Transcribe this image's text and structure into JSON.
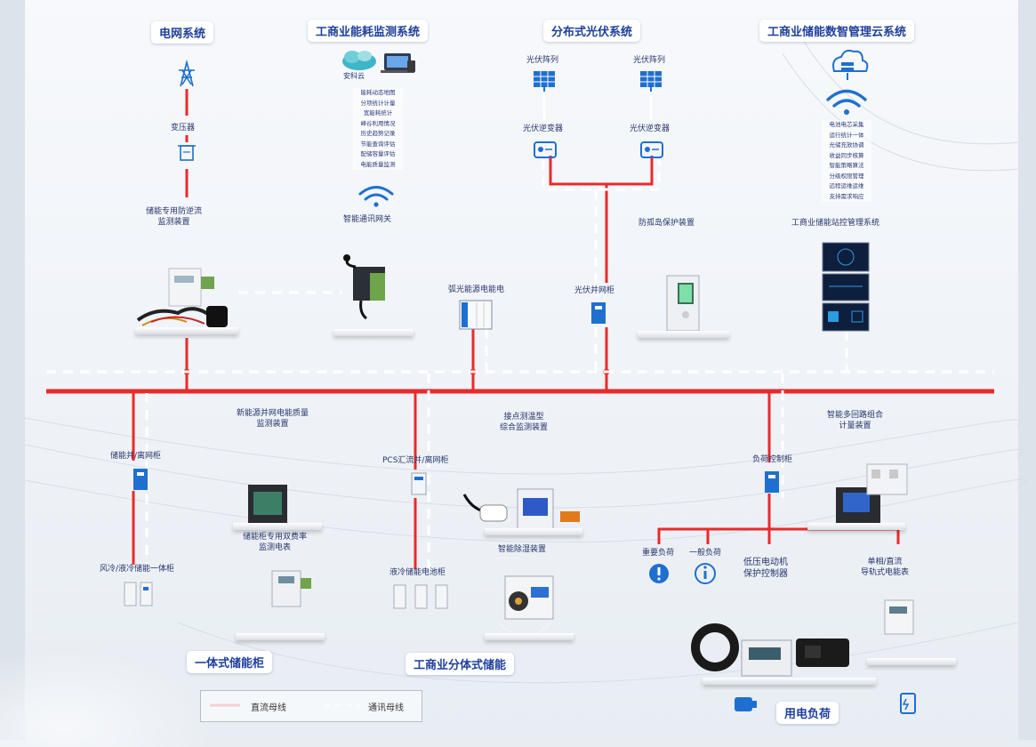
{
  "sections": {
    "grid": "电网系统",
    "energy_monitor": "工商业能耗监测系统",
    "pv": "分布式光伏系统",
    "cloud": "工商业储能数智管理云系统",
    "integrated_cut": "一体式储能柜",
    "split_cut": "工商业分体式储能",
    "load": "用电负荷"
  },
  "labels": {
    "transformer": "变压器",
    "anti_backflow": [
      "储能专用防逆流",
      "监测装置"
    ],
    "cloud_brand": "安科云",
    "gateway": "智能通讯网关",
    "pv_array_left": "光伏阵列",
    "pv_array_right": "光伏阵列",
    "inverter_left": "光伏逆变器",
    "inverter_right": "光伏逆变器",
    "anti_islanding": "防孤岛保护装置",
    "station_mgmt": "工商业储能站控管理系统",
    "pv_grid_cabinet": "光伏并网柜",
    "arc_device": "弧光能源电能电",
    "power_quality": [
      "新能源并网电能质量",
      "监测装置"
    ],
    "contact_temp": [
      "接点测温型",
      "综合监测装置"
    ],
    "multi_circuit": [
      "智能多回路组合",
      "计量装置"
    ],
    "ess_cabinet": "储能并/离网柜",
    "pcs_cabinet": "PCS汇流并/离网柜",
    "load_cabinet": "负荷控制柜",
    "dedicated_meter": [
      "储能柜专用双费率",
      "监测电表"
    ],
    "dehumidifier": "智能除湿装置",
    "critical_load": "重要负荷",
    "general_load": "一般负荷",
    "motor_protector": [
      "低压电动机",
      "保护控制器"
    ],
    "din_meter": [
      "单相/直流",
      "导轨式电能表"
    ],
    "air_liquid_cabinet": "风冷/液冷储能一体柜",
    "liquid_battery": "液冷储能电池柜"
  },
  "energy_list": [
    "能耗动态地图",
    "分项统计计量",
    "宽能耗统计",
    "峰谷利用情况",
    "历史趋势记录",
    "节能查询评估",
    "配储容量评估",
    "电能质量监测"
  ],
  "cloud_list": [
    "电池电芯采集",
    "运行统计一体",
    "光储充放协调",
    "收益同步核算",
    "智能策略算法",
    "分级权限管理",
    "远程运维运维",
    "支持需求响应"
  ],
  "legend": {
    "dc_bus": "直流母线",
    "comm_bus": "通讯母线"
  },
  "colors": {
    "power_line": "#ea2a2a",
    "comm_line": "#ffffff",
    "title_text": "#1e3f9c",
    "device_blue": "#1f6fd0"
  }
}
